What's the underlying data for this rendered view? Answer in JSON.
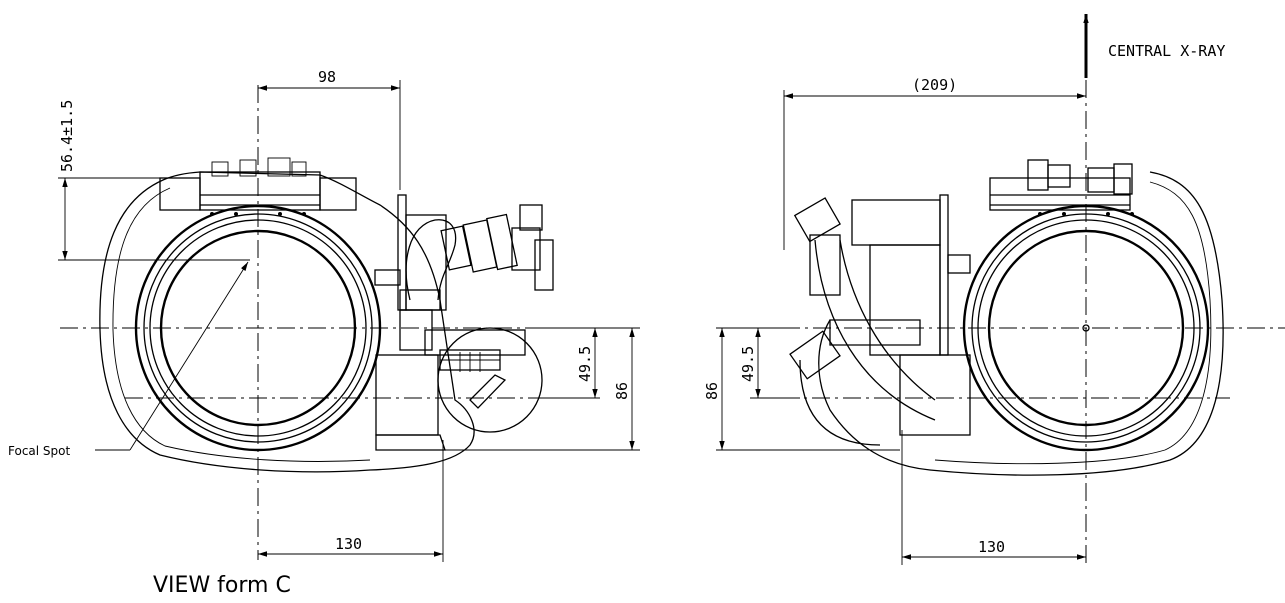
{
  "left_view": {
    "dim_top": "98",
    "dim_vertical_top": "56.4±1.5",
    "dim_inner_vertical": "49.5",
    "dim_outer_vertical": "86",
    "dim_bottom": "130",
    "label_focal_spot": "Focal Spot",
    "title": "VIEW form C"
  },
  "right_view": {
    "arrow_label": "CENTRAL X-RAY",
    "dim_top": "(209)",
    "dim_inner_vertical": "49.5",
    "dim_outer_vertical": "86",
    "dim_bottom": "130"
  }
}
